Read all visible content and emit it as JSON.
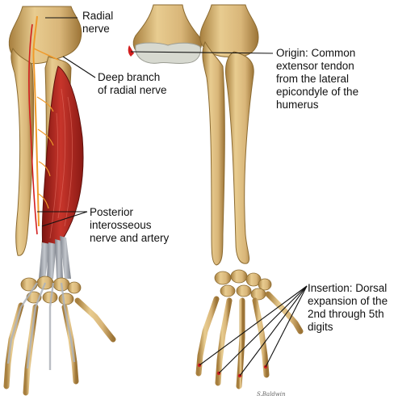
{
  "labels": {
    "radial_nerve": "Radial\nnerve",
    "deep_branch": "Deep branch\nof radial nerve",
    "origin": "Origin: Common\nextensor tendon\nfrom the lateral\nepicondyle of the\nhumerus",
    "posterior_interosseous": "Posterior\ninterosseous\nnerve and artery",
    "insertion": "Insertion: Dorsal\nexpansion of the\n2nd through 5th\ndigits"
  },
  "signature": "S.Baldwin",
  "colors": {
    "bone": "#d9b679",
    "bone_shade": "#a77f3e",
    "muscle": "#b3261e",
    "tendon": "#9ea3ab",
    "nerve": "#f09a2a",
    "artery": "#d21f1f",
    "cartilage": "#d7d9d0",
    "leader_line": "#111111"
  }
}
